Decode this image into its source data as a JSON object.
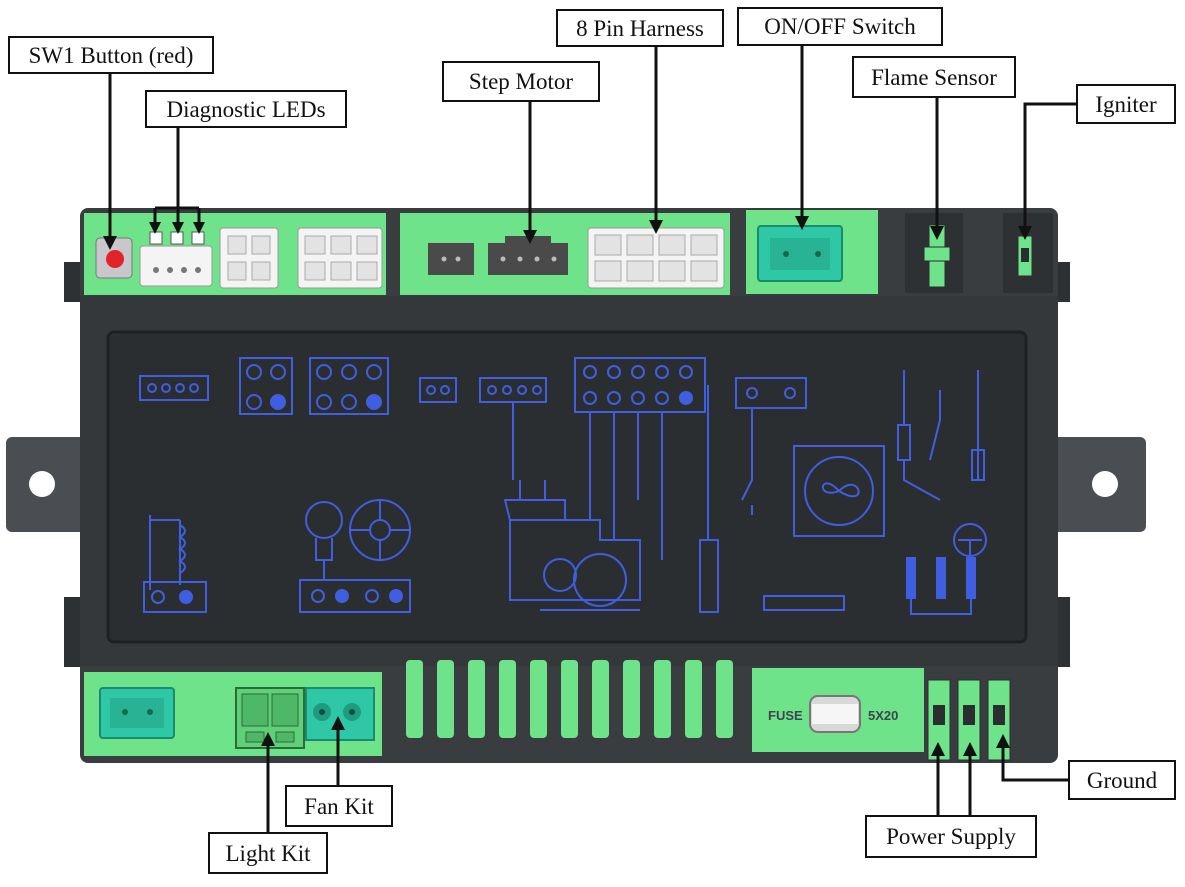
{
  "labels": {
    "sw1_button": "SW1 Button (red)",
    "diagnostic_leds": "Diagnostic LEDs",
    "step_motor": "Step Motor",
    "pin_harness": "8 Pin Harness",
    "on_off_switch": "ON/OFF Switch",
    "flame_sensor": "Flame Sensor",
    "igniter": "Igniter",
    "fan_kit": "Fan Kit",
    "light_kit": "Light Kit",
    "power_supply": "Power Supply",
    "ground": "Ground"
  },
  "board_text": {
    "fuse": "FUSE",
    "fuse_rating": "5X20"
  },
  "colors": {
    "board_dark": "#3a3d40",
    "connector_green": "#6fe38a",
    "teal_terminal": "#2fc8a6",
    "diagram_blue": "#3f5ee0",
    "leader_line": "#111111"
  }
}
